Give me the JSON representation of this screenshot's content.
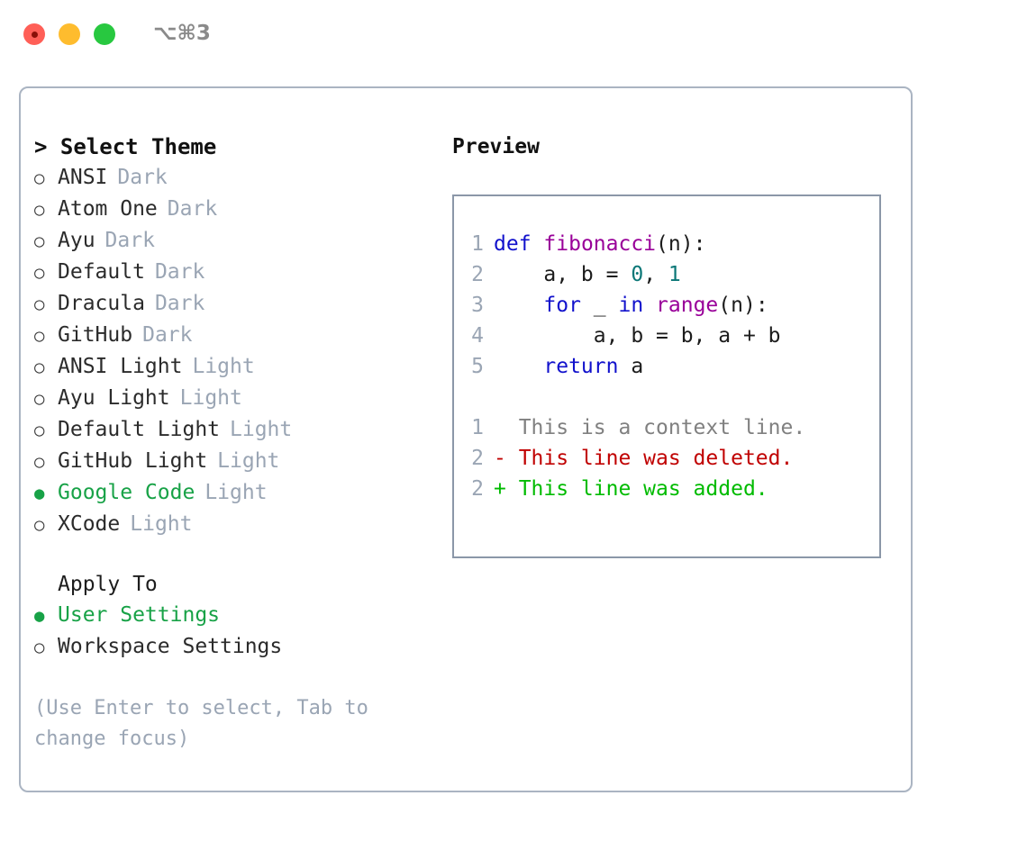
{
  "titlebar": {
    "shortcut": "⌥⌘3",
    "controls": [
      "close",
      "minimize",
      "maximize"
    ]
  },
  "left": {
    "header": "> Select Theme",
    "themes": [
      {
        "name": "ANSI",
        "badge": "Dark",
        "selected": false,
        "marker": "○"
      },
      {
        "name": "Atom One",
        "badge": "Dark",
        "selected": false,
        "marker": "○"
      },
      {
        "name": "Ayu",
        "badge": "Dark",
        "selected": false,
        "marker": "○"
      },
      {
        "name": "Default",
        "badge": "Dark",
        "selected": false,
        "marker": "○"
      },
      {
        "name": "Dracula",
        "badge": "Dark",
        "selected": false,
        "marker": "○"
      },
      {
        "name": "GitHub",
        "badge": "Dark",
        "selected": false,
        "marker": "○"
      },
      {
        "name": "ANSI Light",
        "badge": "Light",
        "selected": false,
        "marker": "○"
      },
      {
        "name": "Ayu Light",
        "badge": "Light",
        "selected": false,
        "marker": "○"
      },
      {
        "name": "Default Light",
        "badge": "Light",
        "selected": false,
        "marker": "○"
      },
      {
        "name": "GitHub Light",
        "badge": "Light",
        "selected": false,
        "marker": "○"
      },
      {
        "name": "Google Code",
        "badge": "Light",
        "selected": true,
        "marker": "●"
      },
      {
        "name": "XCode",
        "badge": "Light",
        "selected": false,
        "marker": "○"
      }
    ],
    "apply_to": {
      "title": "Apply To",
      "options": [
        {
          "name": "User Settings",
          "selected": true,
          "marker": "●"
        },
        {
          "name": "Workspace Settings",
          "selected": false,
          "marker": "○"
        }
      ]
    },
    "hint": "(Use Enter to select, Tab to change focus)"
  },
  "right": {
    "title": "Preview",
    "code_lines": [
      {
        "number": "1",
        "tokens": [
          {
            "t": "def",
            "c": "kw"
          },
          {
            "t": " ",
            "c": "pl"
          },
          {
            "t": "fibonacci",
            "c": "fn"
          },
          {
            "t": "(n):",
            "c": "pl"
          }
        ]
      },
      {
        "number": "2",
        "tokens": [
          {
            "t": "    a, b = ",
            "c": "pl"
          },
          {
            "t": "0",
            "c": "num"
          },
          {
            "t": ", ",
            "c": "pl"
          },
          {
            "t": "1",
            "c": "num"
          }
        ]
      },
      {
        "number": "3",
        "tokens": [
          {
            "t": "    ",
            "c": "pl"
          },
          {
            "t": "for",
            "c": "kw"
          },
          {
            "t": " _ ",
            "c": "pl"
          },
          {
            "t": "in",
            "c": "kw"
          },
          {
            "t": " ",
            "c": "pl"
          },
          {
            "t": "range",
            "c": "fn"
          },
          {
            "t": "(n):",
            "c": "pl"
          }
        ]
      },
      {
        "number": "4",
        "tokens": [
          {
            "t": "        a, b = b, a + b",
            "c": "pl"
          }
        ]
      },
      {
        "number": "5",
        "tokens": [
          {
            "t": "    ",
            "c": "pl"
          },
          {
            "t": "return",
            "c": "kw"
          },
          {
            "t": " a",
            "c": "pl"
          }
        ]
      }
    ],
    "diff_lines": [
      {
        "number": "1",
        "text": "  This is a context line.",
        "kind": "ctx"
      },
      {
        "number": "2",
        "text": "- This line was deleted.",
        "kind": "del"
      },
      {
        "number": "2",
        "text": "+ This line was added.",
        "kind": "add"
      }
    ]
  },
  "colors": {
    "accent_green": "#18a247",
    "muted": "#9aa5b4",
    "keyword": "#1111cc",
    "function": "#990099",
    "number": "#0b7777",
    "diff_add": "#00bb00",
    "diff_del": "#c00000",
    "border": "#aab4c2"
  }
}
